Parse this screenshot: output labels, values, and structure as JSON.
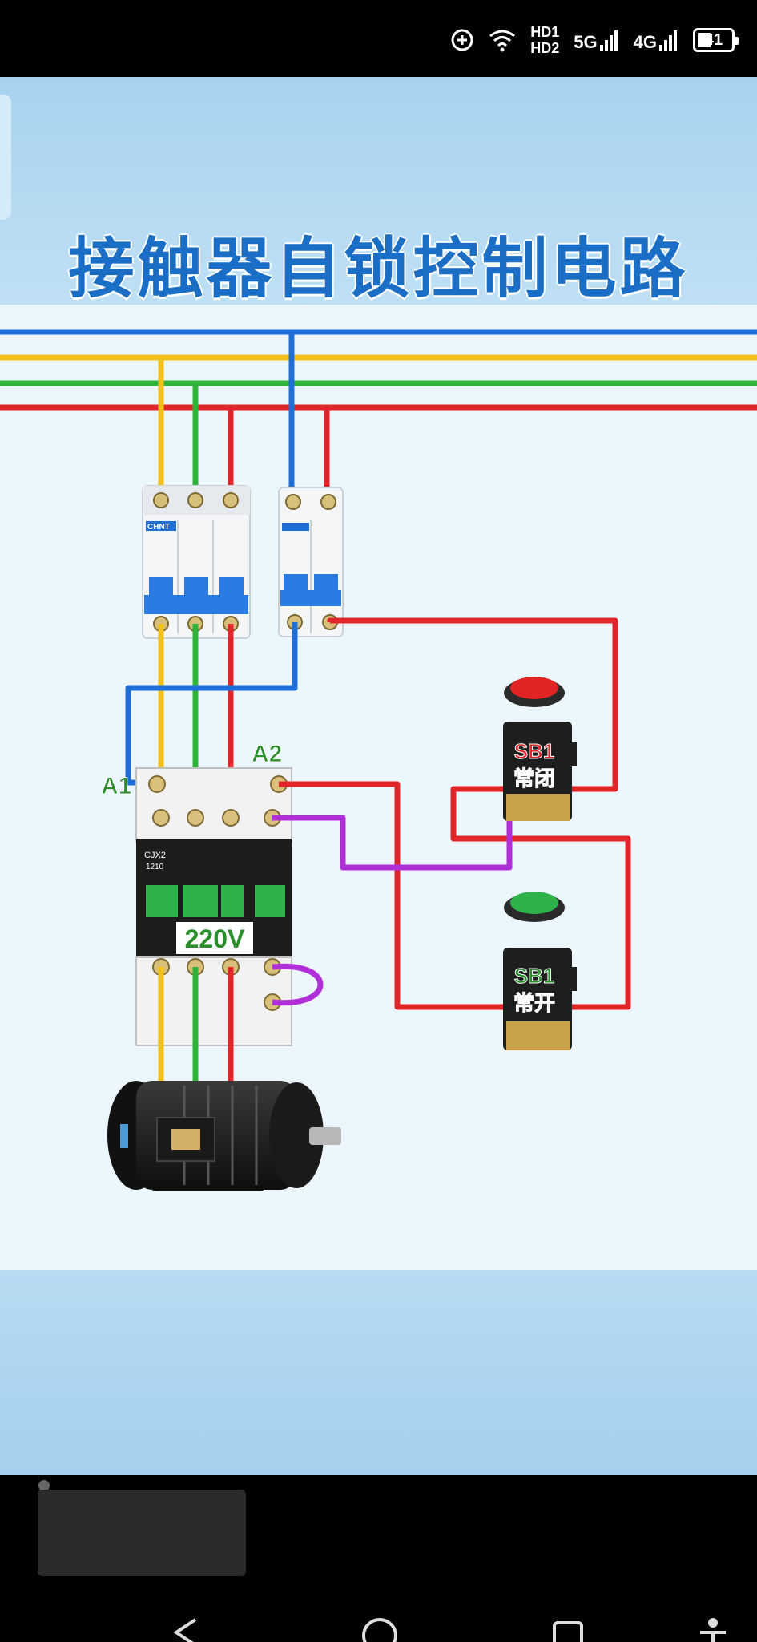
{
  "status_bar": {
    "hd1": "HD1",
    "hd2": "HD2",
    "net_5g": "5G",
    "net_4g": "4G",
    "battery": "41",
    "battery_level": 0.41
  },
  "poster": {
    "title": "接触器自锁控制电路"
  },
  "diagram": {
    "breaker_brand": "CHNT",
    "contactor_model": "CJX2",
    "contactor_sub": "1210",
    "voltage": "220V",
    "terminal_a1": "A1",
    "terminal_a2": "A2",
    "sb_stop_id": "SB1",
    "sb_stop_type": "常闭",
    "sb_start_id": "SB1",
    "sb_start_type": "常开"
  },
  "colors": {
    "phase_yellow": "#f2c21a",
    "phase_green": "#2fb43a",
    "phase_red": "#e0262a",
    "neutral_blue": "#1f6fd6",
    "control_purple": "#b02fd8",
    "title_blue": "#1a6ec5",
    "label_green": "#2a8f2a"
  }
}
